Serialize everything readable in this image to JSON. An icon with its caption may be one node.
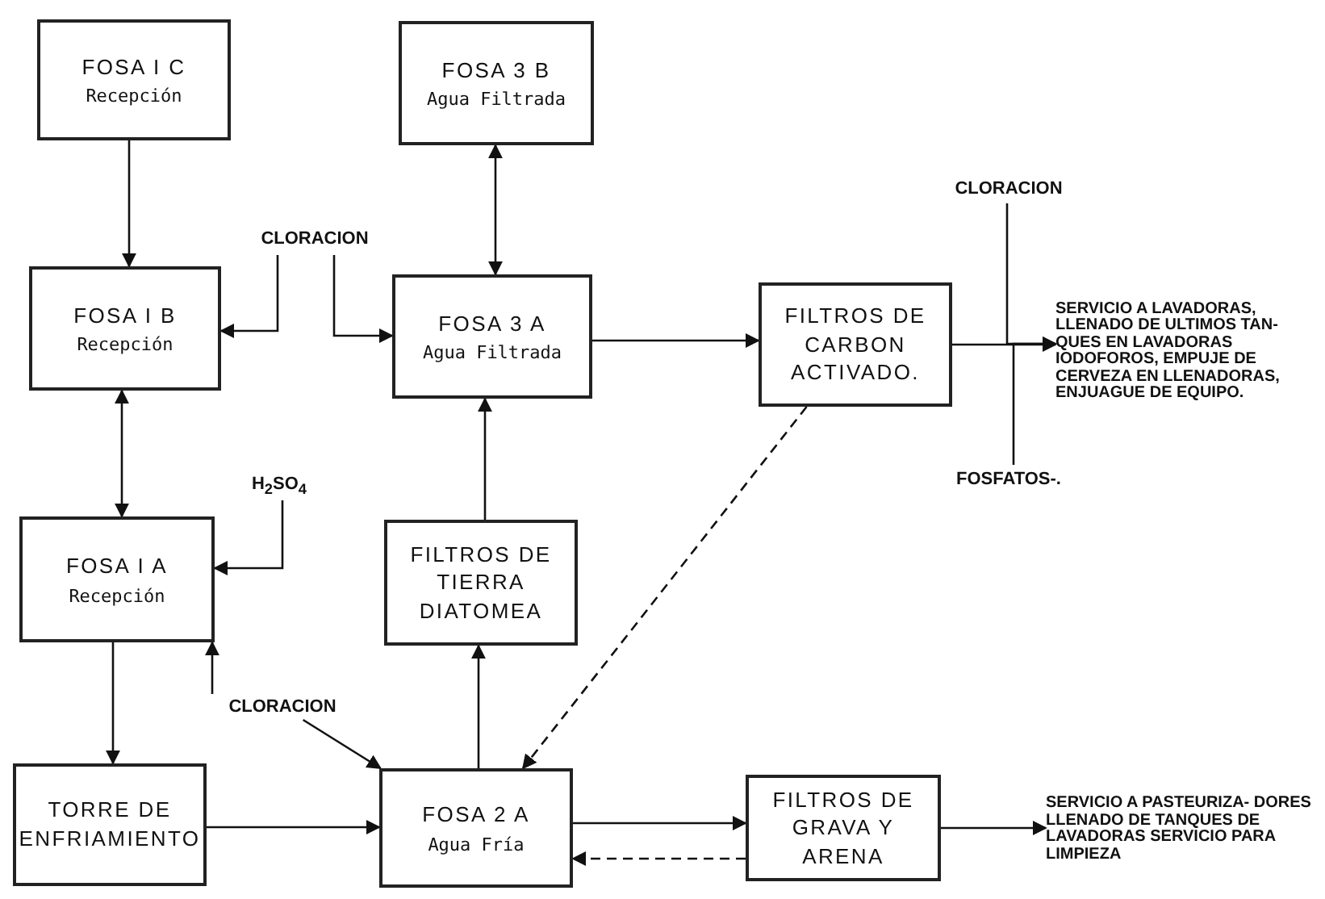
{
  "diagram": {
    "nodes": [
      {
        "text": [
          "FOSA I C",
          "Recepción"
        ]
      },
      {
        "text": [
          "FOSA 3 B",
          "Agua Filtrada"
        ]
      },
      {
        "text": [
          "FOSA I B",
          "Recepción"
        ]
      },
      {
        "text": [
          "CLORACION"
        ]
      },
      {
        "text": [
          "FOSA 3 A",
          "Agua Filtrada"
        ]
      },
      {
        "text": [
          "FILTROS DE CARBON ACTIVADO."
        ]
      },
      {
        "text": [
          "CLORACION"
        ]
      },
      {
        "text": [
          "FOSFATOS-."
        ]
      },
      {
        "text": [
          "SERVICIO A LAVADORAS, LLENADO DE ULTIMOS TAN- QUES EN LAVADORAS IODOFOROS, EMPUJE DE CERVEZA EN LLENADORAS, ENJUAGUE DE EQUIPO."
        ]
      },
      {
        "text": [
          "H$_{2}$SO$_{4}$"
        ]
      },
      {
        "text": [
          "FOSA I A",
          "Recepción"
        ]
      },
      {
        "text": [
          "FILTROS DE TIERRA DIATOMEA"
        ]
      },
      {
        "text": [
          "CLORACION"
        ]
      },
      {
        "text": [
          "TORRE DE ENFRIAMIENTO"
        ]
      },
      {
        "text": [
          "FOSA 2 A",
          "Agua Fría"
        ]
      },
      {
        "text": [
          "FILTROS DE GRAVA Y ARENA"
        ]
      },
      {
        "text": [
          "SERVICIO A PASTEURIZA- DORES LLENADO DE TANQUES DE LAVADORAS SERVICIO PARA LIMPIEZA"
        ]
      }
    ],
    "edges": [
      {
        "from": 0,
        "to": 2,
        "arrow": "to"
      },
      {
        "from": 1,
        "to": 4,
        "arrow": "both"
      },
      {
        "from": 3,
        "to": 2,
        "arrow": "to"
      },
      {
        "from": 3,
        "to": 4,
        "arrow": "to"
      },
      {
        "from": 4,
        "to": 5,
        "arrow": "to"
      },
      {
        "from": 5,
        "to": 8,
        "arrow": "to"
      },
      {
        "from": 6,
        "to": 8,
        "arrow": "to"
      },
      {
        "from": 7,
        "to": 8,
        "arrow": "to"
      },
      {
        "from": 2,
        "to": 10,
        "arrow": "both"
      },
      {
        "from": 9,
        "to": 10,
        "arrow": "to"
      },
      {
        "from": 10,
        "to": 13,
        "arrow": "to"
      },
      {
        "from": 12,
        "to": 10,
        "arrow": "to"
      },
      {
        "from": 12,
        "to": 14,
        "arrow": "to"
      },
      {
        "from": 13,
        "to": 14,
        "arrow": "to"
      },
      {
        "from": 14,
        "to": 11,
        "arrow": "to"
      },
      {
        "from": 11,
        "to": 4,
        "arrow": "to"
      },
      {
        "from": 5,
        "to": 14,
        "arrow": "to",
        "style": "dashed"
      },
      {
        "from": 14,
        "to": 15,
        "arrow": "to"
      },
      {
        "from": 15,
        "to": 14,
        "arrow": "to",
        "style": "dashed"
      },
      {
        "from": 15,
        "to": 16,
        "arrow": "to"
      }
    ]
  }
}
